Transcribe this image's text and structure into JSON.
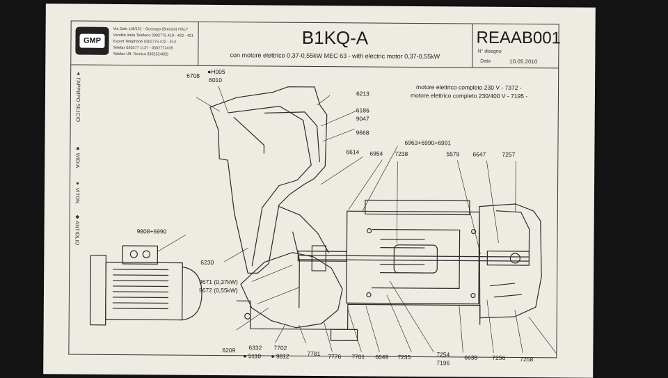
{
  "header": {
    "logo_text": "GMP",
    "address_lines": [
      "Via Sale 118/121 - Gussago (Brescia) ITALY",
      "Vendite Italia Telefono 0302775 419 - 420 - 421",
      "Export Telephone 0302775 412 - 414",
      "Telefax 030277 1137 - 0302772416",
      "Telefax Uff. Tecnico 0302524055"
    ],
    "title": "B1KQ-A",
    "subtitle": "con motore elettrico 0,37-0,55kW MEC 63 - with electric motor 0,37-0,55kW",
    "drawing_code": "REAAB001",
    "drawing_no_label": "N° disegno",
    "date_label": "Data",
    "date_value": "10.05.2010"
  },
  "side_legend": [
    "▲ ГАРРИРО SILICIO",
    "■ WIDIA",
    "● VITON",
    "◆ ANTIOLIO"
  ],
  "notes": [
    "motore elettrico completo 230 V  - 7372 -",
    "motore elettrico completo 230/400 V  - 7195 -"
  ],
  "part_labels": [
    "●H005",
    "6010",
    "6708",
    "6213",
    "6186",
    "9047",
    "9668",
    "6963+6990+6991",
    "6614",
    "6954",
    "7238",
    "5579",
    "6647",
    "7257",
    "9808+6990",
    "6230",
    "9671 (0,37kW)",
    "9672 (0,55kW)",
    "6209",
    "6332",
    "● 5110",
    "7702",
    "● 9812",
    "7781",
    "7776",
    "7701",
    "6049",
    "7235",
    "7254",
    "7196",
    "6638",
    "7256",
    "7258"
  ]
}
